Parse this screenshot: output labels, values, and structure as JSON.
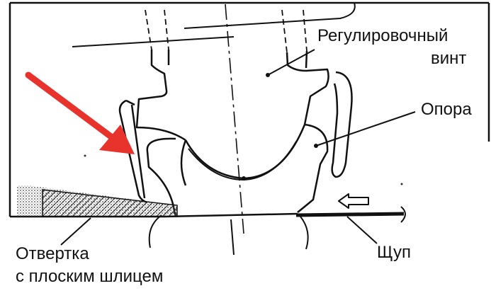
{
  "labels": {
    "adjusting_screw_line1": "Регулировочный",
    "adjusting_screw_line2": "винт",
    "support": "Опора",
    "screwdriver_line1": "Отвертка",
    "screwdriver_line2": "с плоским шлицем",
    "feeler_gauge": "Щуп"
  },
  "colors": {
    "line": "#111111",
    "arrow": "#e8322c",
    "hatch": "#222222",
    "background": "#ffffff"
  },
  "icons": {
    "pointer_arrow": "red-arrow-icon",
    "direction_arrow": "outline-left-arrow-icon"
  }
}
